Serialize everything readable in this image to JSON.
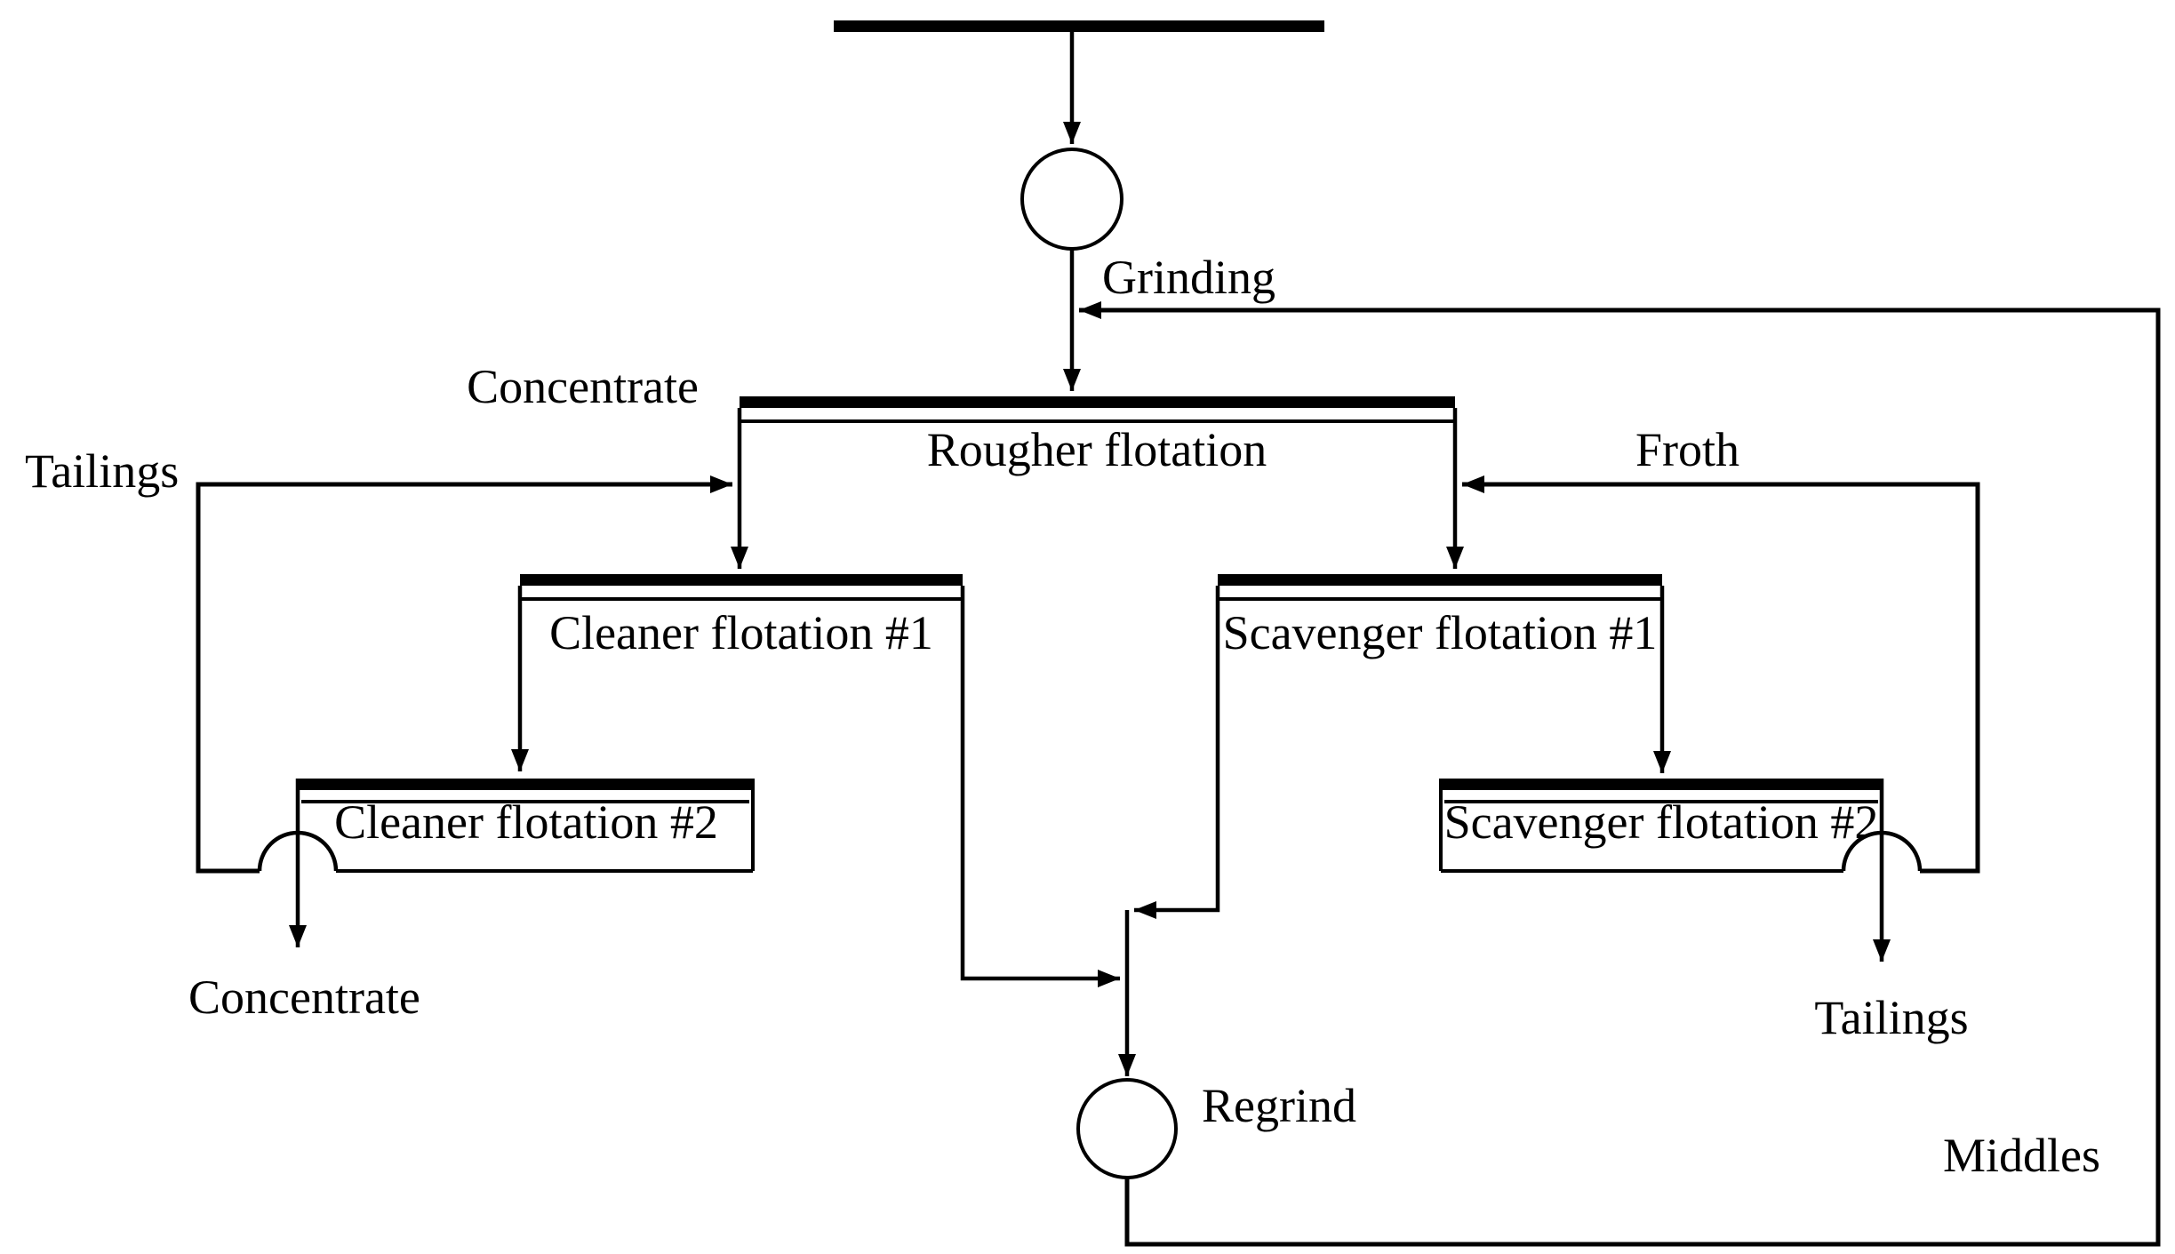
{
  "units": {
    "grinding": {
      "label": "Grinding"
    },
    "rougher": {
      "label": "Rougher flotation"
    },
    "cleaner1": {
      "label": "Cleaner flotation #1"
    },
    "cleaner2": {
      "label": "Cleaner flotation #2"
    },
    "scavenger1": {
      "label": "Scavenger flotation #1"
    },
    "scavenger2": {
      "label": "Scavenger flotation #2"
    },
    "regrind": {
      "label": "Regrind"
    }
  },
  "streams": {
    "rougher_concentrate": {
      "label": "Concentrate"
    },
    "cleaner_tailings_recycle": {
      "label": "Tailings"
    },
    "froth_recycle": {
      "label": "Froth"
    },
    "final_concentrate": {
      "label": "Concentrate"
    },
    "final_tailings": {
      "label": "Tailings"
    },
    "middles_recycle": {
      "label": "Middles"
    }
  },
  "colors": {
    "line": "#000000",
    "background": "#ffffff"
  }
}
